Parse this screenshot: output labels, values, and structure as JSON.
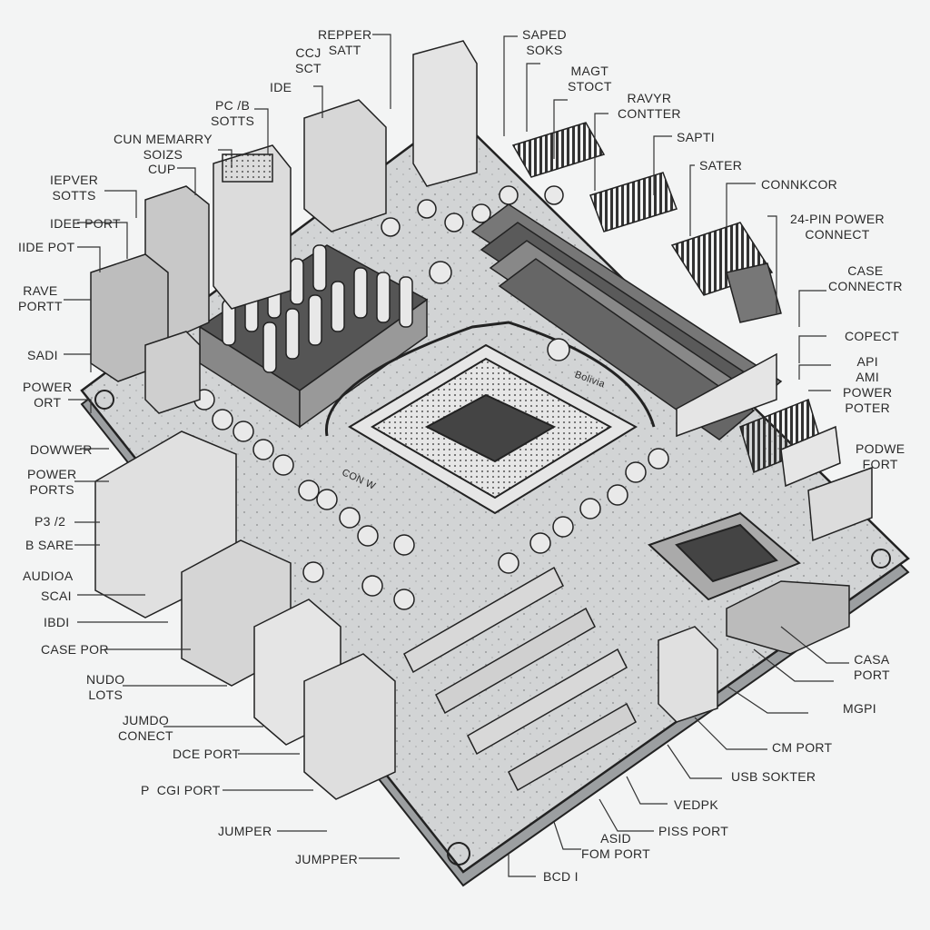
{
  "colors": {
    "ink": "#2a2a2a",
    "board": "#cfd1d2",
    "paper": "#f3f4f4"
  },
  "labels": {
    "repper_satt": "REPPER\nSATT",
    "ccj_sct": "CCJ\nSCT",
    "ide": "IDE",
    "pcb_sotts": "PC /B\nSOTTS",
    "cun_memarry": "CUN MEMARRY\nSOIZS",
    "cup": "CUP",
    "iepver_sotts": "IEPVER\nSOTTS",
    "idee_port": "IDEE PORT",
    "iide_pot": "IIDE POT",
    "rave_portt": "RAVE\nPORTT",
    "sadi": "SADI",
    "power_ort": "POWER\nORT",
    "dowwer": "DOWWER",
    "power_ports": "POWER\nPORTS",
    "p3_2": "P3 /2",
    "b_sare": "B SARE",
    "audioa": "AUDIOA",
    "scai": "SCAI",
    "ibdi": "IBDI",
    "case_por": "CASE POR",
    "nudo_lots": "NUDO\nLOTS",
    "jumdo_conect": "JUMDO\nCONECT",
    "dce_port": "DCE PORT",
    "p_cgi_port": "P  CGI PORT",
    "jumper_1": "JUMPER",
    "jumper_2": "JUMPPER",
    "saped_soks": "SAPED\nSOKS",
    "magt_stoct": "MAGT\nSTOCT",
    "ravyr_contter": "RAVYR\nCONTTER",
    "sapti": "SAPTI",
    "sater": "SATER",
    "connkcor": "CONNKCOR",
    "pin24_power": "24-PIN POWER\nCONNECT",
    "case_connectr": "CASE\nCONNECTR",
    "copect": "COPECT",
    "api_ami_power": "API\nAMI\nPOWER\nPOTER",
    "podwe_fort": "PODWE\nFORT",
    "casa_port": "CASA\nPORT",
    "mgpi": "MGPI",
    "cm_port": "CM PORT",
    "usb_sokter": "USB SOKTER",
    "vedpk": "VEDPK",
    "piss_port": "PISS PORT",
    "asid_fom_port": "ASID\nFOM PORT",
    "bcd_i": "BCD I",
    "board_text_1": "Bolivia",
    "board_text_2": "CON W"
  }
}
